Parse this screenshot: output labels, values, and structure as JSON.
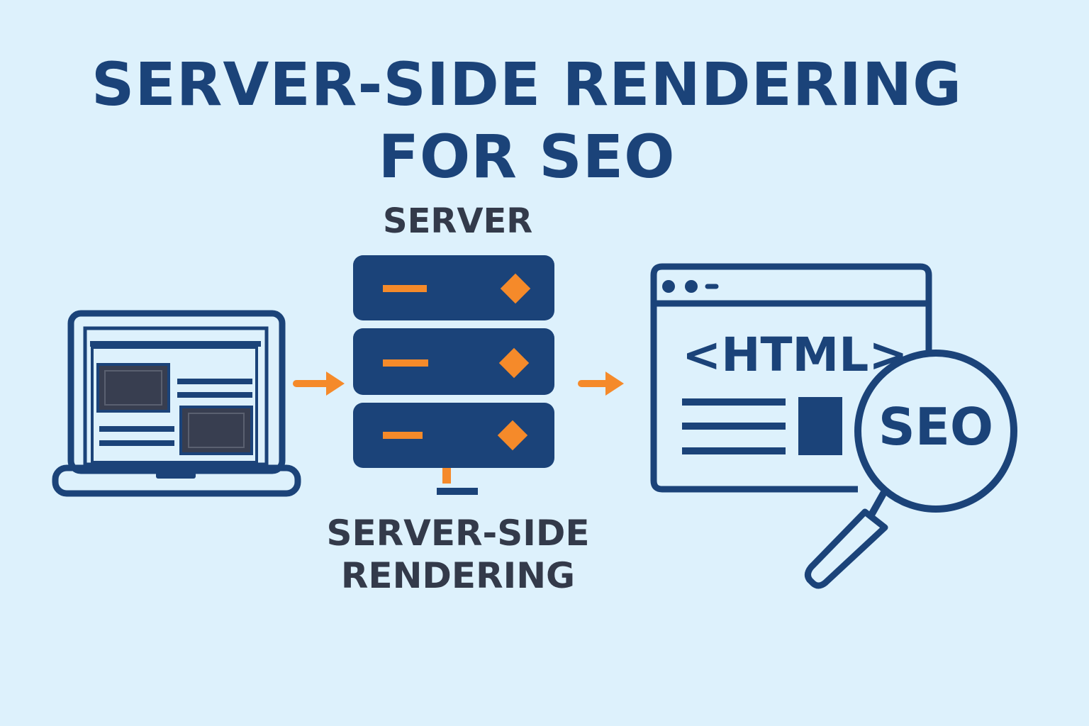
{
  "title": {
    "line1": "SERVER-SIDE RENDERING",
    "line2": "FOR SEO"
  },
  "server": {
    "label": "SERVER",
    "caption_line1": "SERVER-SIDE",
    "caption_line2": "RENDERING"
  },
  "browser": {
    "html_tag": "<HTML>",
    "seo_label": "SEO"
  },
  "colors": {
    "background": "#ddf1fc",
    "primary": "#1b4379",
    "accent": "#f58a2a",
    "text_dark": "#333a4a"
  },
  "icons": [
    "laptop-icon",
    "arrow-right-icon",
    "server-stack-icon",
    "browser-window-icon",
    "magnifier-icon"
  ]
}
